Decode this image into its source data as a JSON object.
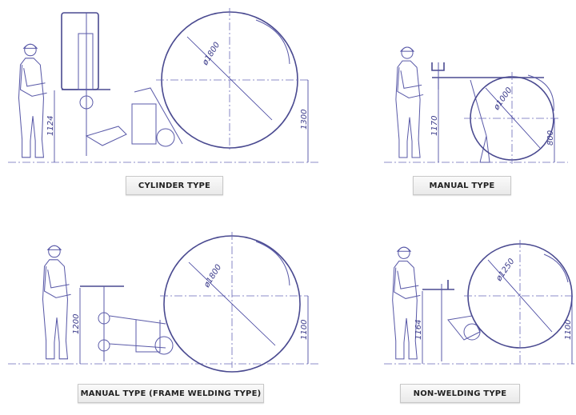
{
  "panels": [
    {
      "label": "CYLINDER TYPE",
      "diameter": "ø1800",
      "dim_operator": "1124",
      "dim_center": "1300"
    },
    {
      "label": "MANUAL TYPE",
      "diameter": "ø1000",
      "dim_operator": "1170",
      "dim_center": "800"
    },
    {
      "label": "MANUAL TYPE (FRAME WELDING TYPE)",
      "diameter": "ø1800",
      "dim_operator": "1200",
      "dim_center": "1100"
    },
    {
      "label": "NON-WELDING TYPE",
      "diameter": "ø1250",
      "dim_operator": "1164",
      "dim_center": "1100"
    }
  ],
  "colors": {
    "line": "#5a5aa8",
    "dimension": "#3a3a9a"
  }
}
